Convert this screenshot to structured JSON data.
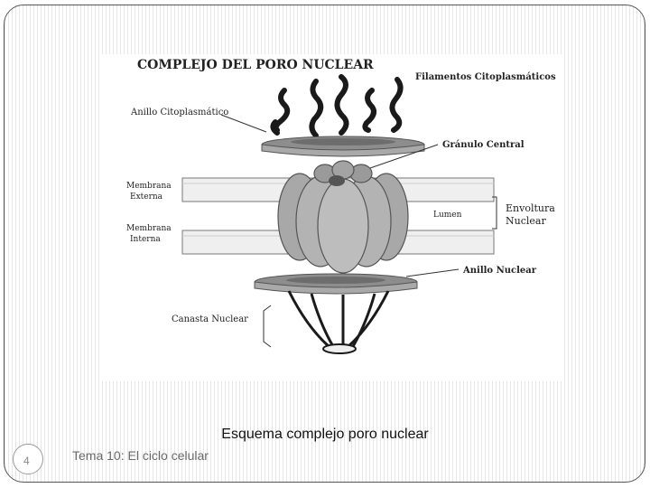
{
  "figure": {
    "title": "COMPLEJO DEL PORO NUCLEAR",
    "labels": {
      "filamentos": "Filamentos Citoplasmáticos",
      "anillo_cito": "Anillo Citoplasmático",
      "granulo": "Gránulo Central",
      "membrana_externa_1": "Membrana",
      "membrana_externa_2": "Externa",
      "membrana_interna_1": "Membrana",
      "membrana_interna_2": "Interna",
      "lumen": "Lumen",
      "envoltura_1": "Envoltura",
      "envoltura_2": "Nuclear",
      "anillo_nuclear": "Anillo Nuclear",
      "canasta": "Canasta Nuclear"
    }
  },
  "caption": {
    "part1": "Esquema ",
    "part2": "complejo poro nuclear"
  },
  "footer": {
    "page_number": "4",
    "text": "Tema 10: El ciclo celular"
  }
}
